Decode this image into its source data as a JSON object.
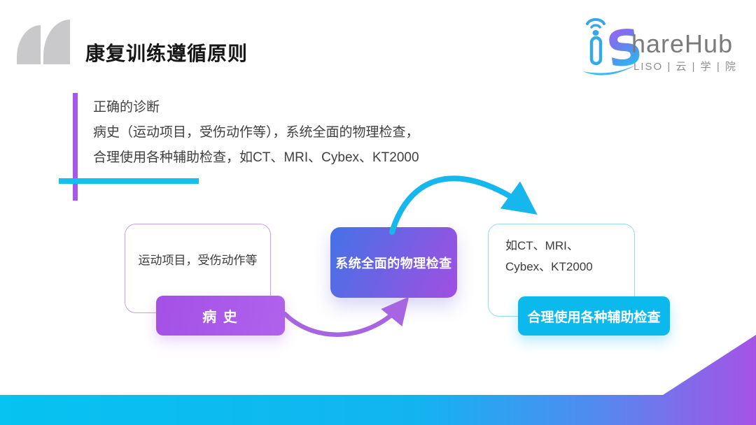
{
  "header": {
    "title": "康复训练遵循原则"
  },
  "logo": {
    "s": "S",
    "wordmark": "hareHub",
    "tagline": "LISO | 云 | 学 | 院"
  },
  "intro": {
    "line1": "正确的诊断",
    "line2": "病史（运动项目，受伤动作等），系统全面的物理检查，",
    "line3": "合理使用各种辅助检查，如CT、MRI、Cybex、KT2000"
  },
  "diagram": {
    "history_note": "运动项目，受伤动作等",
    "history_label": "病 史",
    "physical_label": "系统全面的物理检查",
    "auxiliary_note": "如CT、MRI、Cybex、KT2000",
    "auxiliary_label": "合理使用各种辅助检查"
  },
  "colors": {
    "accent_purple": "#a957e8",
    "accent_cyan": "#0cb9ed",
    "gradient_blue": "#4472e6",
    "gradient_purple": "#a14fe2",
    "ribbon_start": "#06c3f1",
    "ribbon_end": "#a553e6",
    "quote_gray": "#c9c9cb",
    "text_dark": "#3c3c3c"
  }
}
